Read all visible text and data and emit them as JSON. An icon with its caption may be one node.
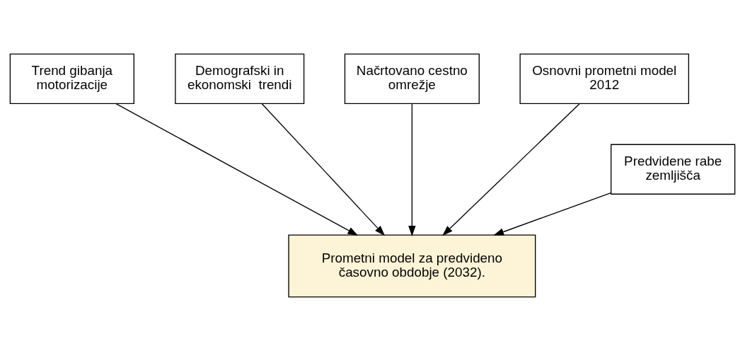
{
  "diagram": {
    "nodes": [
      {
        "text": [
          "Trend gibanja motorizacije"
        ]
      },
      {
        "text": [
          "Demografski in ekonomski  trendi"
        ]
      },
      {
        "text": [
          "Načrtovano cestno omrežje"
        ]
      },
      {
        "text": [
          "Osnovni prometni model 2012"
        ]
      },
      {
        "text": [
          "Predvidene rabe zemljišča"
        ]
      },
      {
        "text": [
          "Prometni model za predvideno časovno obdobje (2032)."
        ]
      }
    ],
    "edges": [
      {
        "from": 0,
        "to": 5,
        "arrow": "to"
      },
      {
        "from": 1,
        "to": 5,
        "arrow": "to"
      },
      {
        "from": 2,
        "to": 5,
        "arrow": "to"
      },
      {
        "from": 3,
        "to": 5,
        "arrow": "to"
      },
      {
        "from": 4,
        "to": 5,
        "arrow": "to"
      }
    ]
  }
}
